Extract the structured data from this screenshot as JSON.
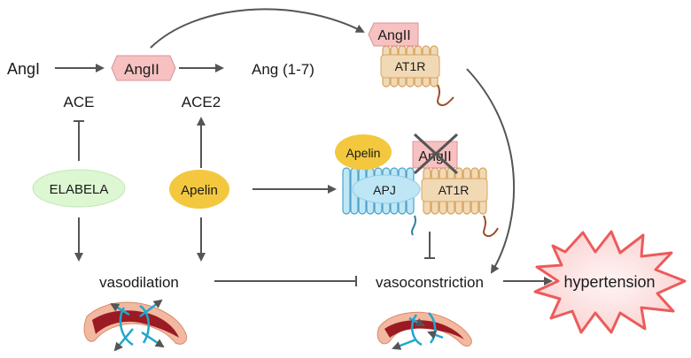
{
  "labels": {
    "angI": "AngI",
    "angII_top": "AngII",
    "ang17": "Ang (1-7)",
    "ace": "ACE",
    "ace2": "ACE2",
    "elabela": "ELABELA",
    "apelin_left": "Apelin",
    "vasodilation": "vasodilation",
    "vasoconstriction": "vasoconstriction",
    "hypertension": "hypertension",
    "angII_receptor_top": "AngII",
    "at1r_top": "AT1R",
    "apelin_receptor": "Apelin",
    "angII_blocked": "AngII",
    "apj": "APJ",
    "at1r_mid": "AT1R"
  },
  "colors": {
    "arrow": "#555555",
    "angII_fill": "#f6c1c0",
    "at1r_fill": "#f1d9b5",
    "apelin_fill": "#f3c83f",
    "elabela_fill": "#dcf7d2",
    "apj_fill": "#bfe6f5",
    "apj_helix": "#4aa3cc",
    "at1r_helix": "#d9a35e",
    "tail": "#9b4f2a",
    "hypertension_fill": "#fde3e3",
    "hypertension_stroke": "#ec5b5b",
    "vessel_wall": "#f3b8a0",
    "vessel_lumen": "#9b1b24",
    "flow_arrows": "#1fa7cc",
    "cross": "#555555"
  }
}
